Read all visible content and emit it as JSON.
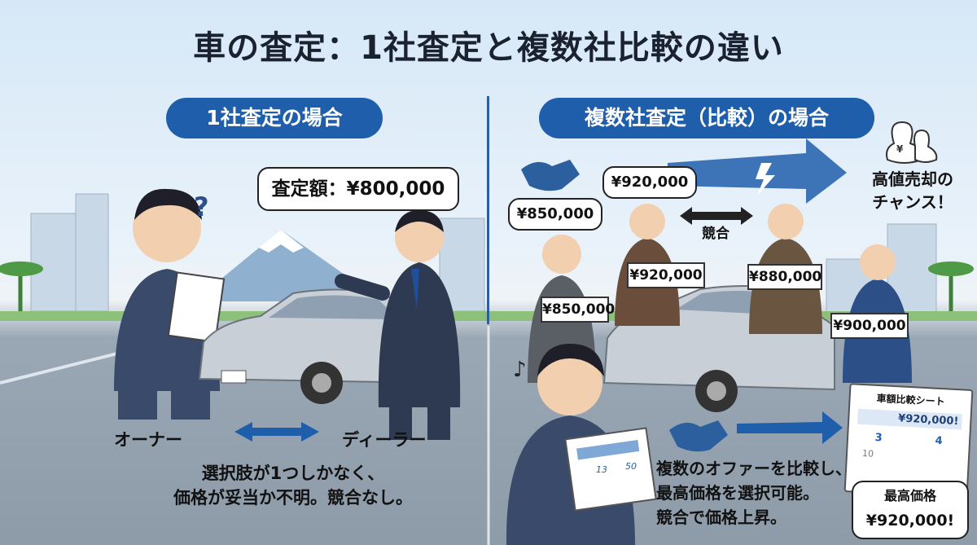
{
  "title": "車の査定：1社査定と複数社比較の違い",
  "left": {
    "heading": "1社査定の場合",
    "quote": "査定額：¥800,000",
    "owner_label": "オーナー",
    "dealer_label": "ディーラー",
    "caption_line1": "選択肢が1つしかなく、",
    "caption_line2": "価格が妥当か不明。競合なし。"
  },
  "right": {
    "heading": "複数社査定（比較）の場合",
    "bubble_offer_a": "¥850,000",
    "bubble_offer_b": "¥920,000",
    "compete_label": "競合",
    "chance_line1": "高値売却の",
    "chance_line2": "チャンス！",
    "sign_a": "¥850,000",
    "sign_b": "¥920,000",
    "sign_c": "¥880,000",
    "sign_d": "¥900,000",
    "sheet_title": "車額比較シート",
    "sheet_amount": "¥920,000!",
    "sheet_cell_a": "3",
    "sheet_cell_b": "4",
    "sheet_cell_c": "10",
    "paper_cell_a": "13",
    "paper_cell_b": "50",
    "caption_line1": "複数のオファーを比較し、",
    "caption_line2": "最高価格を選択可能。",
    "caption_line3": "競合で価格上昇。",
    "best_label": "最高価格",
    "best_amount": "¥920,000!"
  },
  "colors": {
    "accent": "#1f5eab",
    "sky": "#d6e8f7",
    "road": "#8e9ba9"
  }
}
